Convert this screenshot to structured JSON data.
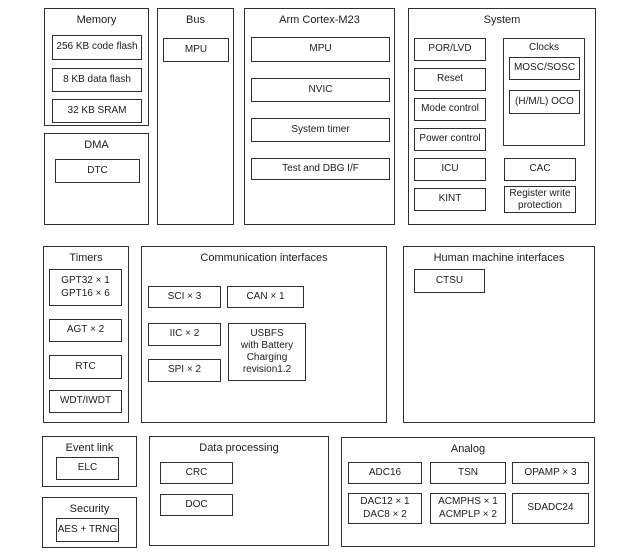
{
  "sections": {
    "memory": {
      "title": "Memory",
      "blocks": {
        "code_flash": "256 KB code flash",
        "data_flash": "8 KB data flash",
        "sram": "32 KB SRAM"
      }
    },
    "dma": {
      "title": "DMA",
      "blocks": {
        "dtc": "DTC"
      }
    },
    "bus": {
      "title": "Bus",
      "blocks": {
        "mpu": "MPU"
      }
    },
    "cortex": {
      "title": "Arm Cortex-M23",
      "blocks": {
        "mpu": "MPU",
        "nvic": "NVIC",
        "system_timer": "System timer",
        "test_dbg": "Test and DBG I/F"
      }
    },
    "system": {
      "title": "System",
      "blocks": {
        "por_lvd": "POR/LVD",
        "reset": "Reset",
        "mode_control": "Mode control",
        "power_control": "Power control",
        "icu": "ICU",
        "kint": "KINT",
        "cac": "CAC",
        "reg_write": "Register write\nprotection"
      },
      "clocks": {
        "title": "Clocks",
        "blocks": {
          "mosc_sosc": "MOSC/SOSC",
          "oco": "(H/M/L) OCO"
        }
      }
    },
    "timers": {
      "title": "Timers",
      "blocks": {
        "gpt": "GPT32 × 1\nGPT16 × 6",
        "agt": "AGT × 2",
        "rtc": "RTC",
        "wdt": "WDT/IWDT"
      }
    },
    "comm": {
      "title": "Communication interfaces",
      "blocks": {
        "sci": "SCI × 3",
        "can": "CAN × 1",
        "iic": "IIC × 2",
        "usbfs": "USBFS\nwith Battery\nCharging\nrevision1.2",
        "spi": "SPI × 2"
      }
    },
    "hmi": {
      "title": "Human machine interfaces",
      "blocks": {
        "ctsu": "CTSU"
      }
    },
    "event_link": {
      "title": "Event link",
      "blocks": {
        "elc": "ELC"
      }
    },
    "security": {
      "title": "Security",
      "blocks": {
        "aes_trng": "AES + TRNG"
      }
    },
    "data_processing": {
      "title": "Data processing",
      "blocks": {
        "crc": "CRC",
        "doc": "DOC"
      }
    },
    "analog": {
      "title": "Analog",
      "blocks": {
        "adc16": "ADC16",
        "tsn": "TSN",
        "opamp": "OPAMP × 3",
        "dac": "DAC12 × 1\nDAC8 × 2",
        "acmp": "ACMPHS × 1\nACMPLP × 2",
        "sdadc": "SDADC24"
      }
    }
  },
  "colors": {
    "background": "#ffffff",
    "border": "#2e2e2e",
    "text": "#1c1c1c"
  }
}
